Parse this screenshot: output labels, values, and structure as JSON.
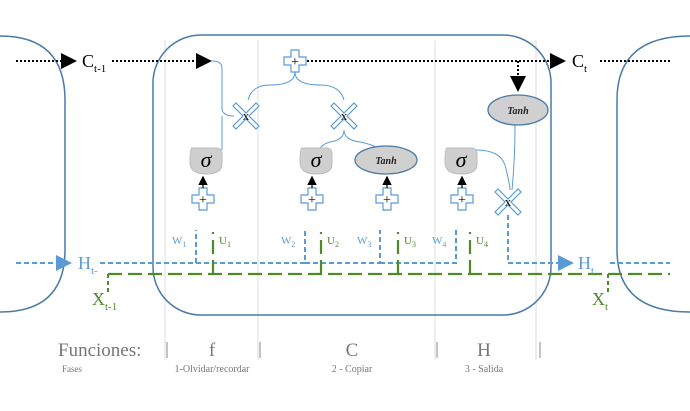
{
  "diagram": {
    "cell_state_prev": {
      "base": "C",
      "sub": "t-1"
    },
    "cell_state_next": {
      "base": "C",
      "sub": "t"
    },
    "hidden_prev": {
      "base": "H",
      "sub": "t-"
    },
    "hidden_next": {
      "base": "H",
      "sub": "t"
    },
    "input_prev": {
      "base": "X",
      "sub": "t-1"
    },
    "input_next": {
      "base": "X",
      "sub": "t"
    },
    "sigma_symbol": "σ",
    "tanh_label": "Tanh",
    "plus_symbol": "+",
    "mult_symbol": "x",
    "weights": [
      {
        "w": "W",
        "w_sub": "1",
        "u": "U",
        "u_sub": "1"
      },
      {
        "w": "W",
        "w_sub": "2",
        "u": "U",
        "u_sub": "2"
      },
      {
        "w": "W",
        "w_sub": "3",
        "u": "U",
        "u_sub": "3"
      },
      {
        "w": "W",
        "w_sub": "4",
        "u": "U",
        "u_sub": "4"
      }
    ],
    "colors": {
      "cell_border": "#4a7aa8",
      "hidden_line": "#5b9bd5",
      "input_line": "#4f8a2a",
      "cell_state_line": "#000000",
      "node_fill": "#d0d0d0"
    }
  },
  "footer": {
    "functions_label": "Funciones:",
    "phases_label": "Fases",
    "phases": [
      {
        "function": "f",
        "name": "1-Olvidar/recordar"
      },
      {
        "function": "C",
        "name": "2 - Copiar"
      },
      {
        "function": "H",
        "name": "3 - Salida"
      }
    ]
  }
}
